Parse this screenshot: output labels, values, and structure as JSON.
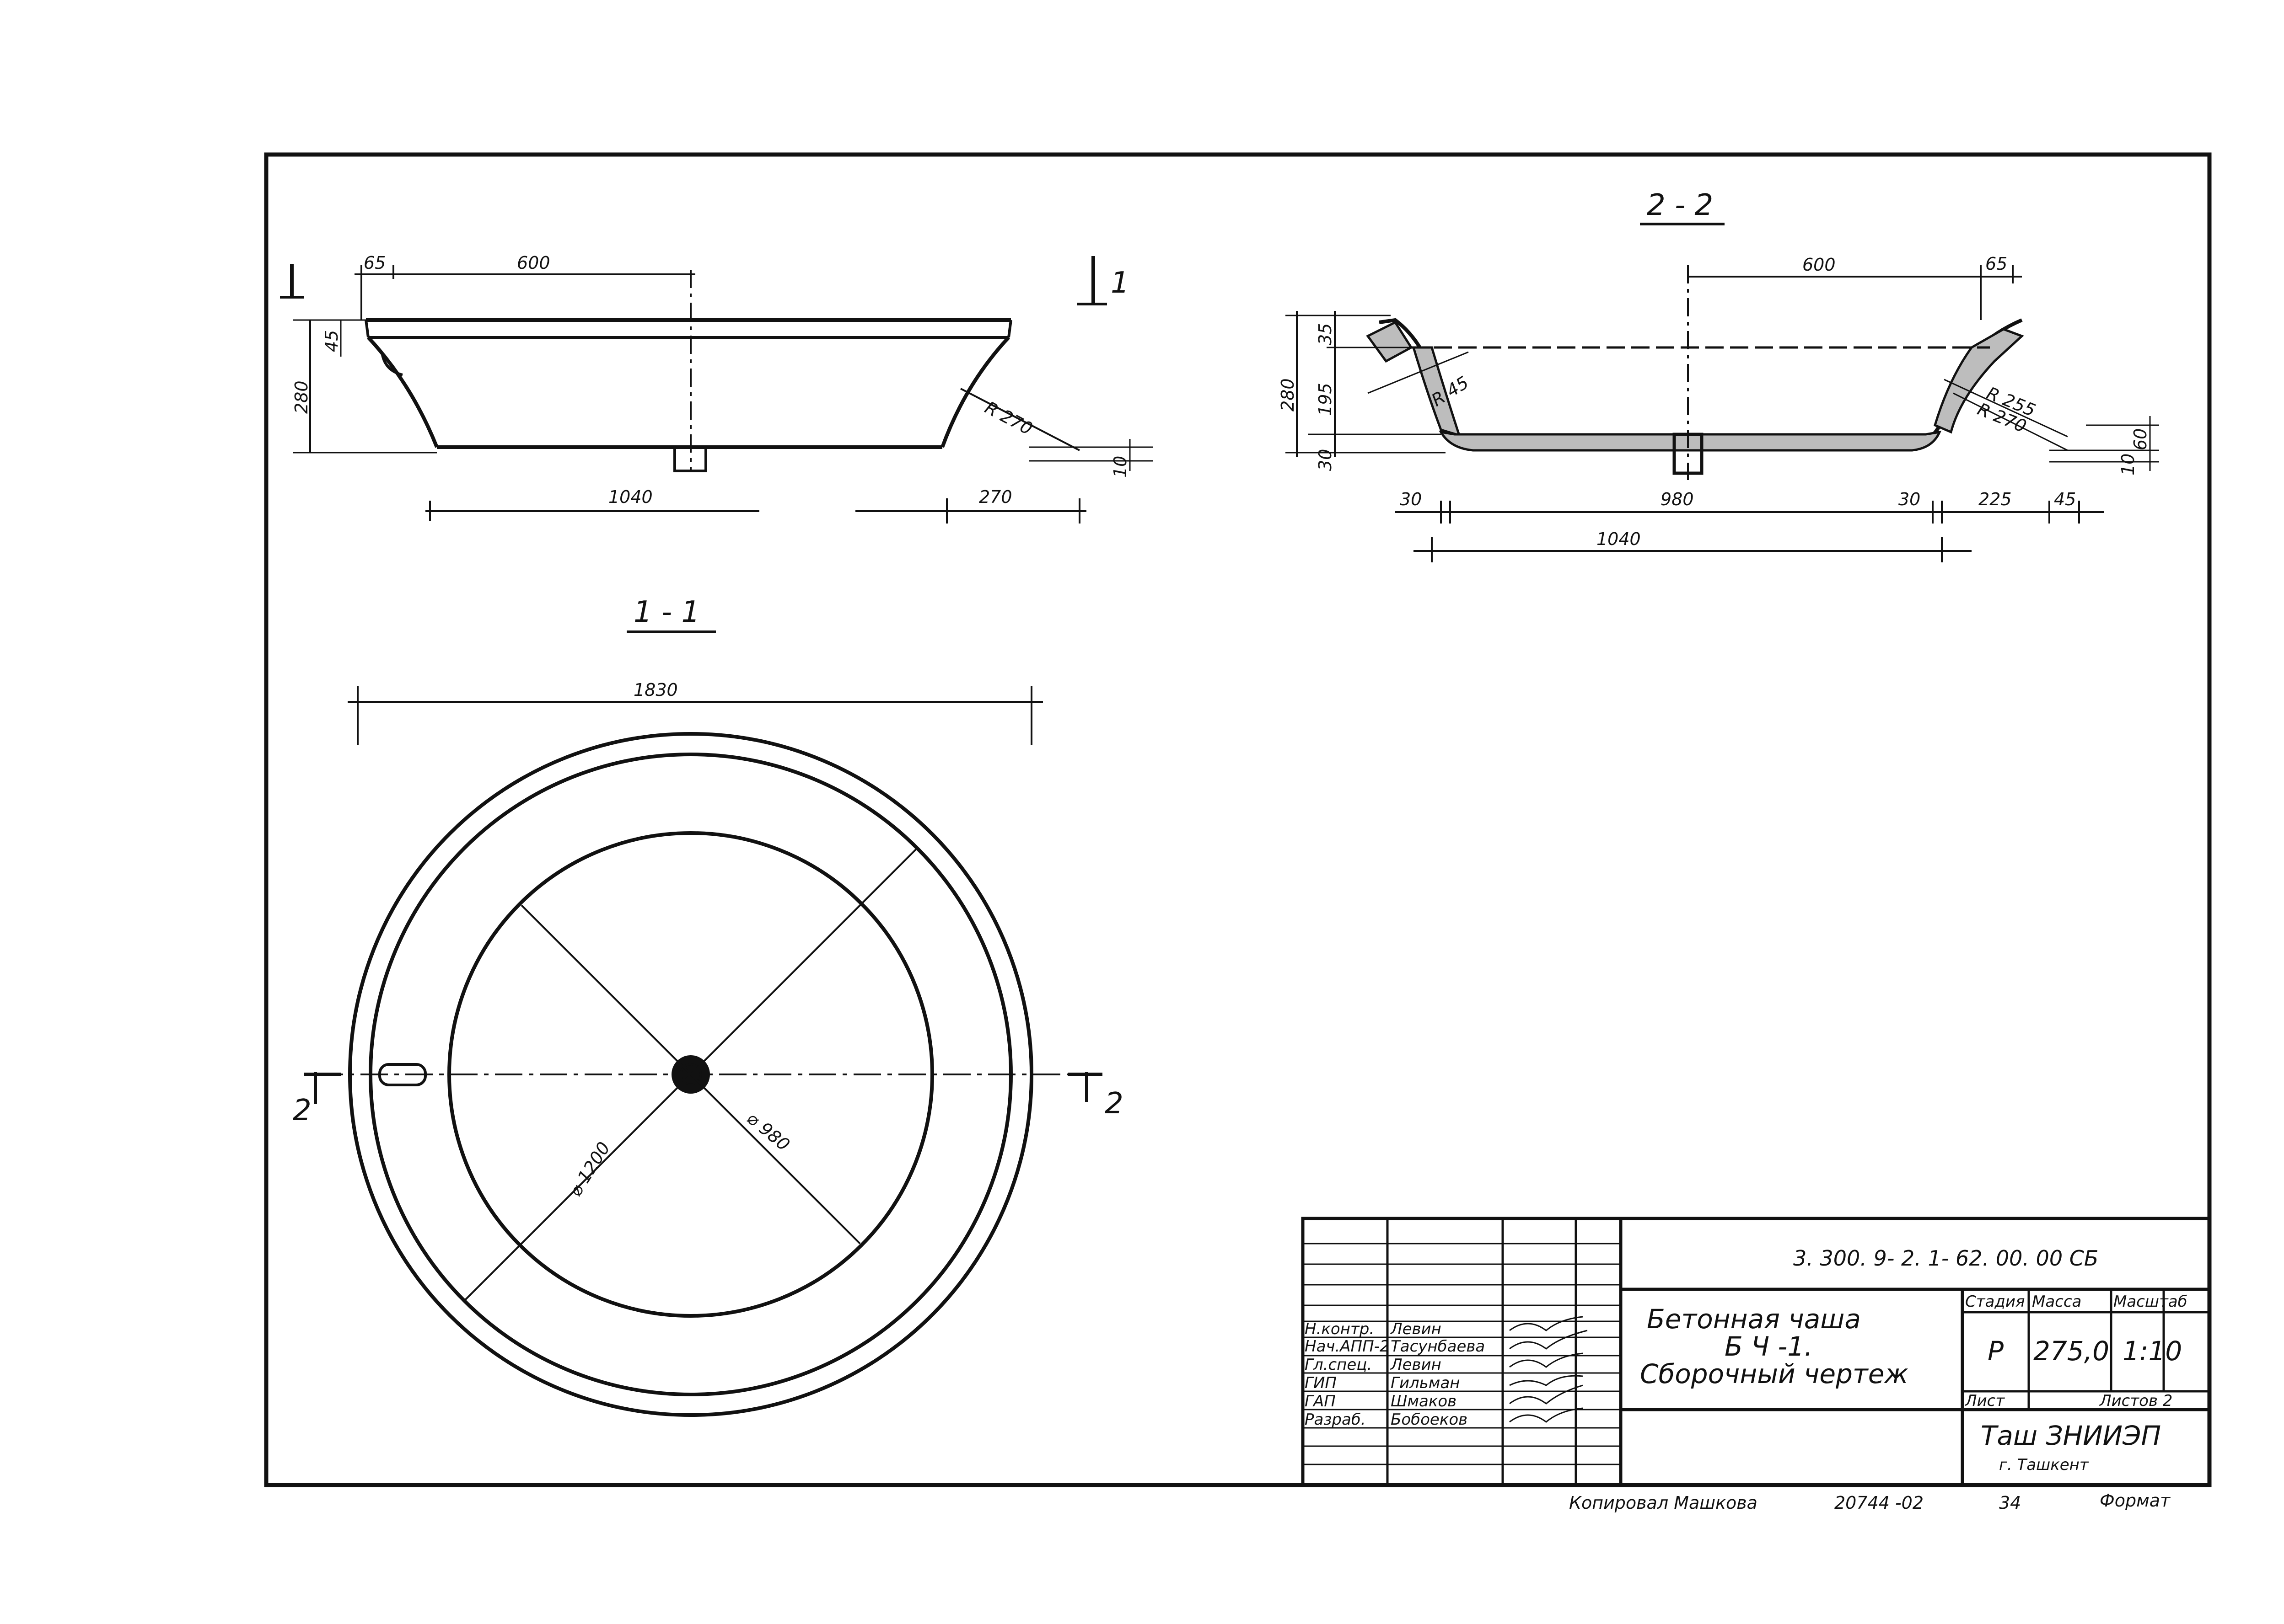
{
  "sheet": {
    "section_top_left": {
      "cut_mark": "1",
      "dims": {
        "d65": "65",
        "d600": "600",
        "d45": "45",
        "d280": "280",
        "r270": "R 270",
        "d10": "10",
        "d1040": "1040",
        "d270": "270"
      }
    },
    "section_2_2": {
      "title": "2 - 2",
      "dims": {
        "d600": "600",
        "d65": "65",
        "d35": "35",
        "d280": "280",
        "d195": "195",
        "d30": "30",
        "r45": "R 45",
        "r255": "R 255",
        "r270": "R 270",
        "d10": "10",
        "d60": "60",
        "b30a": "30",
        "b980": "980",
        "b30b": "30",
        "b225": "225",
        "b45": "45",
        "b1040": "1040"
      }
    },
    "section_1_1": {
      "title": "1 - 1",
      "dims": {
        "d1830": "1830",
        "phi1200": "⌀ 1200",
        "phi980": "⌀ 980"
      },
      "cut_left": "2",
      "cut_right": "2"
    },
    "title_block": {
      "doc_code": "3. 300. 9- 2. 1- 62. 00. 00 СБ",
      "title_line1": "Бетонная  чаша",
      "title_line2": "Б Ч -1.",
      "title_line3": "Сборочный  чертеж",
      "stage_header": "Стадия",
      "mass_header": "Масса",
      "scale_header": "Масштаб",
      "stage": "Р",
      "mass": "275,0",
      "scale": "1:10",
      "sheet_label": "Лист",
      "sheets_label": "Листов 2",
      "org_line1": "Таш ЗНИИЭП",
      "org_line2": "г. Ташкент",
      "signers": [
        {
          "role": "Н.контр.",
          "name": "Левин"
        },
        {
          "role": "Нач.АПП-2",
          "name": "Тасунбаева"
        },
        {
          "role": "Гл.спец.",
          "name": "Левин"
        },
        {
          "role": "ГИП",
          "name": "Гильман"
        },
        {
          "role": "ГАП",
          "name": "Шмаков"
        },
        {
          "role": "Разраб.",
          "name": "Бобоеков"
        }
      ]
    },
    "footer": {
      "copied_by": "Копировал  Машкова",
      "order_no": "20744 -02",
      "page_no": "34",
      "format": "Формат"
    }
  }
}
